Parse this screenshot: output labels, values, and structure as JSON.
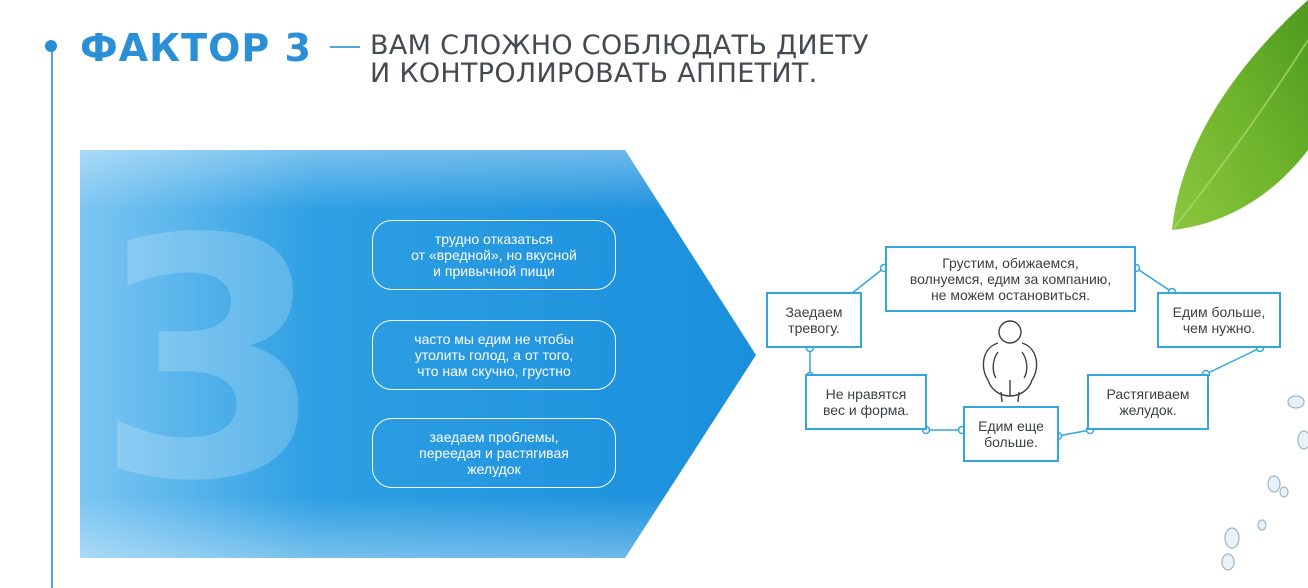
{
  "header": {
    "title": "ФАКТОР 3",
    "subtitle_line1": "ВАМ СЛОЖНО СОБЛЮДАТЬ ДИЕТУ",
    "subtitle_line2": "И КОНТРОЛИРОВАТЬ АППЕТИТ."
  },
  "panel": {
    "big_number": "3",
    "pills": [
      {
        "lines": [
          "трудно отказаться",
          "от «вредной», но вкусной",
          "и привычной пищи"
        ]
      },
      {
        "lines": [
          "часто мы едим не чтобы",
          "утолить голод, а от того,",
          "что нам скучно, грустно"
        ]
      },
      {
        "lines": [
          "заедаем проблемы,",
          "переедая и растягивая",
          "желудок"
        ]
      }
    ]
  },
  "cycle": {
    "nodes": [
      {
        "lines": [
          "Грустим, обижаемся,",
          "волнуемся, едим за компанию,",
          "не можем остановиться."
        ]
      },
      {
        "lines": [
          "Едим больше,",
          "чем нужно."
        ]
      },
      {
        "lines": [
          "Растягиваем",
          "желудок."
        ]
      },
      {
        "lines": [
          "Едим еще",
          "больше."
        ]
      },
      {
        "lines": [
          "Не нравятся",
          "вес и форма."
        ]
      },
      {
        "lines": [
          "Заедаем",
          "тревогу."
        ]
      }
    ]
  },
  "colors": {
    "accent": "#2b8fd6",
    "panel_blue": "#1e96df",
    "node_border": "#33a6dd",
    "text_dark": "#444a50"
  },
  "icons": [
    "person-figure-icon",
    "leaf-decoration-icon",
    "water-drops-icon"
  ]
}
